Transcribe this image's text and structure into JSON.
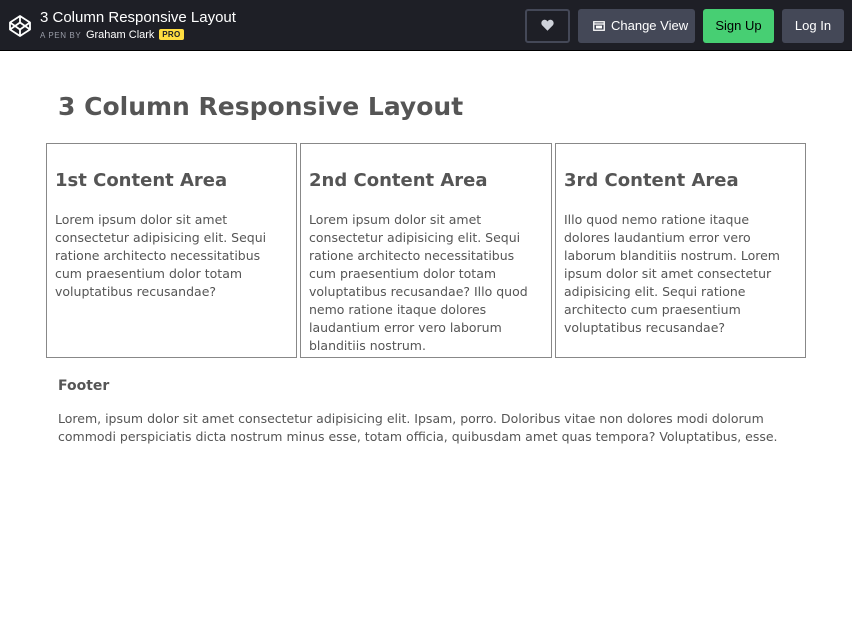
{
  "header": {
    "pen_title": "3 Column Responsive Layout",
    "meta_prefix": "A PEN BY",
    "author": "Graham Clark",
    "badge": "PRO",
    "buttons": {
      "heart_icon": "heart-icon",
      "change_view": "Change View",
      "sign_up": "Sign Up",
      "log_in": "Log In"
    },
    "colors": {
      "bar_bg": "#1e1f26",
      "button_bg": "#444857",
      "signup_bg": "#47cf73",
      "pro_badge": "#ffdd40"
    }
  },
  "main": {
    "title": "3 Column Responsive Layout",
    "columns": [
      {
        "heading": "1st Content Area",
        "text": "Lorem ipsum dolor sit amet consectetur adipisicing elit. Sequi ratione architecto necessitatibus cum praesentium dolor totam voluptatibus recusandae?"
      },
      {
        "heading": "2nd Content Area",
        "text": "Lorem ipsum dolor sit amet consectetur adipisicing elit. Sequi ratione architecto necessitatibus cum praesentium dolor totam voluptatibus recusandae? Illo quod nemo ratione itaque dolores laudantium error vero laborum blanditiis nostrum."
      },
      {
        "heading": "3rd Content Area",
        "text": "Illo quod nemo ratione itaque dolores laudantium error vero laborum blanditiis nostrum. Lorem ipsum dolor sit amet consectetur adipisicing elit. Sequi ratione architecto cum praesentium voluptatibus recusandae?"
      }
    ],
    "footer": {
      "heading": "Footer",
      "text": "Lorem, ipsum dolor sit amet consectetur adipisicing elit. Ipsam, porro. Doloribus vitae non dolores modi dolorum commodi perspiciatis dicta nostrum minus esse, totam officia, quibusdam amet quas tempora? Voluptatibus, esse."
    }
  }
}
